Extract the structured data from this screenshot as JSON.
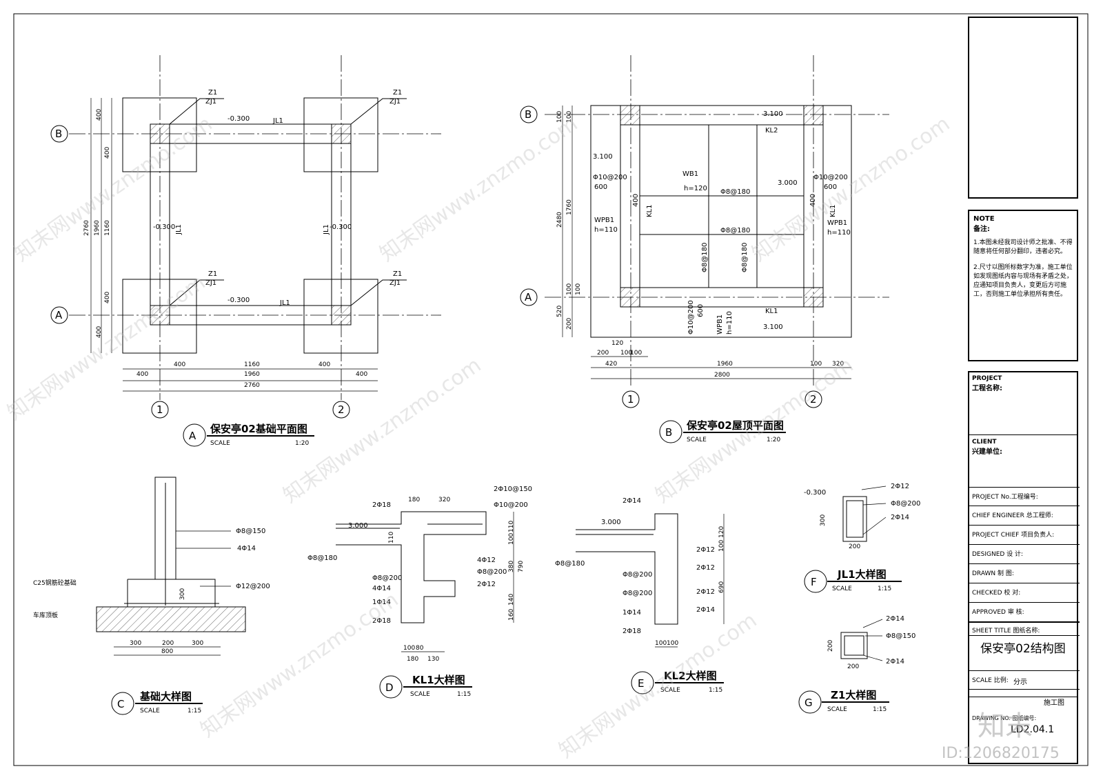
{
  "plan_a": {
    "grid_b": "B",
    "grid_a": "A",
    "grid_1": "1",
    "grid_2": "2",
    "col_tl": [
      "Z1",
      "ZJ1"
    ],
    "col_tr": [
      "Z1",
      "ZJ1"
    ],
    "col_bl": [
      "Z1",
      "ZJ1"
    ],
    "col_br": [
      "Z1",
      "ZJ1"
    ],
    "beam_top": "JL1",
    "beam_bottom": "JL1",
    "beam_left": "JL1",
    "beam_right": "JL1",
    "elev": "-0.300",
    "dims_bottom": [
      "400",
      "400",
      "1160",
      "400",
      "400"
    ],
    "dim_1960": "1960",
    "dim_2760": "2760",
    "dims_left": [
      "400",
      "400",
      "1160",
      "400",
      "400"
    ],
    "dim_left_1960": "1960",
    "dim_left_2760": "2760",
    "title": "保安亭02基础平面图",
    "letter": "A",
    "scale_label": "SCALE",
    "scale": "1:20"
  },
  "plan_b": {
    "grid_b": "B",
    "grid_a": "A",
    "grid_1": "1",
    "grid_2": "2",
    "kl2": "KL2",
    "kl1_bottom": "KL1",
    "kl1_left": "KL1",
    "kl1_right": "KL1",
    "wb1": "WB1",
    "wb1_h": "h=120",
    "wpb1": "WPB1",
    "wpb1_h": "h=110",
    "reb1": "Φ8@180",
    "reb2": "Φ8@180",
    "reb3": "Φ8@180",
    "reb4": "Φ8@180",
    "phi10": "Φ10@200",
    "d600": "600",
    "d400": "400",
    "e3100": "3.100",
    "e3000": "3.000",
    "dims_bottom": [
      "200",
      "120",
      "100",
      "100",
      "420",
      "1960",
      "100",
      "320"
    ],
    "dim_2800": "2800",
    "dims_left": [
      "100",
      "100",
      "1760",
      "2480",
      "520",
      "100",
      "100",
      "200"
    ],
    "title": "保安亭02屋顶平面图",
    "letter": "B",
    "scale_label": "SCALE",
    "scale": "1:20"
  },
  "detail_c": {
    "r1": "Φ8@150",
    "r2": "4Φ14",
    "r3": "Φ12@200",
    "conc": "C25钢筋砼基础",
    "floor": "车库顶板",
    "d300": "300",
    "dims": [
      "300",
      "200",
      "300"
    ],
    "d800": "800",
    "title": "基础大样图",
    "letter": "C",
    "scale_label": "SCALE",
    "scale": "1:15"
  },
  "detail_d": {
    "labels_left": [
      "2Φ18",
      "Φ8@200",
      "4Φ14",
      "1Φ14",
      "2Φ18"
    ],
    "top_left": "2Φ18",
    "left_reb": "Φ8@180",
    "elev": "3.000",
    "right": [
      "2Φ10@150",
      "Φ10@200",
      "4Φ12",
      "Φ8@200",
      "2Φ12"
    ],
    "d180": "180",
    "d320": "320",
    "dims_right": [
      "110",
      "100",
      "380",
      "790",
      "140",
      "160"
    ],
    "dims_bottom": [
      "100",
      "80",
      "180",
      "130"
    ],
    "d110": "110",
    "title": "KL1大样图",
    "letter": "D",
    "scale_label": "SCALE",
    "scale": "1:15"
  },
  "detail_e": {
    "top": "2Φ14",
    "elev": "3.000",
    "left_reb": "Φ8@180",
    "right": [
      "2Φ12",
      "2Φ12",
      "2Φ12",
      "2Φ14"
    ],
    "left": [
      "Φ8@200",
      "Φ8@200",
      "1Φ14",
      "2Φ18"
    ],
    "dims_right": [
      "120",
      "100",
      "690"
    ],
    "dims_bottom": [
      "100",
      "100"
    ],
    "title": "KL2大样图",
    "letter": "E",
    "scale_label": "SCALE",
    "scale": "1:15"
  },
  "detail_f": {
    "elev": "-0.300",
    "r1": "2Φ12",
    "r2": "Φ8@200",
    "r3": "2Φ14",
    "d300": "300",
    "d200": "200",
    "title": "JL1大样图",
    "letter": "F",
    "scale_label": "SCALE",
    "scale": "1:15"
  },
  "detail_g": {
    "r1": "2Φ14",
    "r2": "Φ8@150",
    "r3": "2Φ14",
    "d200v": "200",
    "d200h": "200",
    "title": "Z1大样图",
    "letter": "G",
    "scale_label": "SCALE",
    "scale": "1:15"
  },
  "title_block": {
    "note_en": "NOTE",
    "note_cn": "备注:",
    "note1": "1.本图未经我司设计师之批准、不得随意将任何部分翻印，违者必究。",
    "note2": "2.尺寸以图所标数字为准，施工单位如发现图纸内容与现场有矛盾之处，应通知项目负责人，变更后方可施工，否则施工单位承担所有责任。",
    "project_en": "PROJECT",
    "project_cn": "工程名称:",
    "client_en": "CLIENT",
    "client_cn": "兴建单位:",
    "rows": [
      "PROJECT No.工程编号:",
      "CHIEF ENGINEER 总工程师:",
      "PROJECT CHIEF 项目负责人:",
      "DESIGNED 设  计:",
      "DRAWN 制  图:",
      "CHECKED 校  对:",
      "APPROVED 审  核:"
    ],
    "sheet_title_label": "SHEET TITLE 图纸名称:",
    "sheet_title": "保安亭02结构图",
    "scale_label": "SCALE 比例:",
    "scale_value": "分示",
    "phase_value": "施工图",
    "sheet_no": "LD2.04.1",
    "drawing_no_label": "DRAWING NO. 图纸编号:"
  },
  "watermark": {
    "text": "知末网www.znzmo.com",
    "logo": "知末",
    "id": "ID:1206820175"
  }
}
